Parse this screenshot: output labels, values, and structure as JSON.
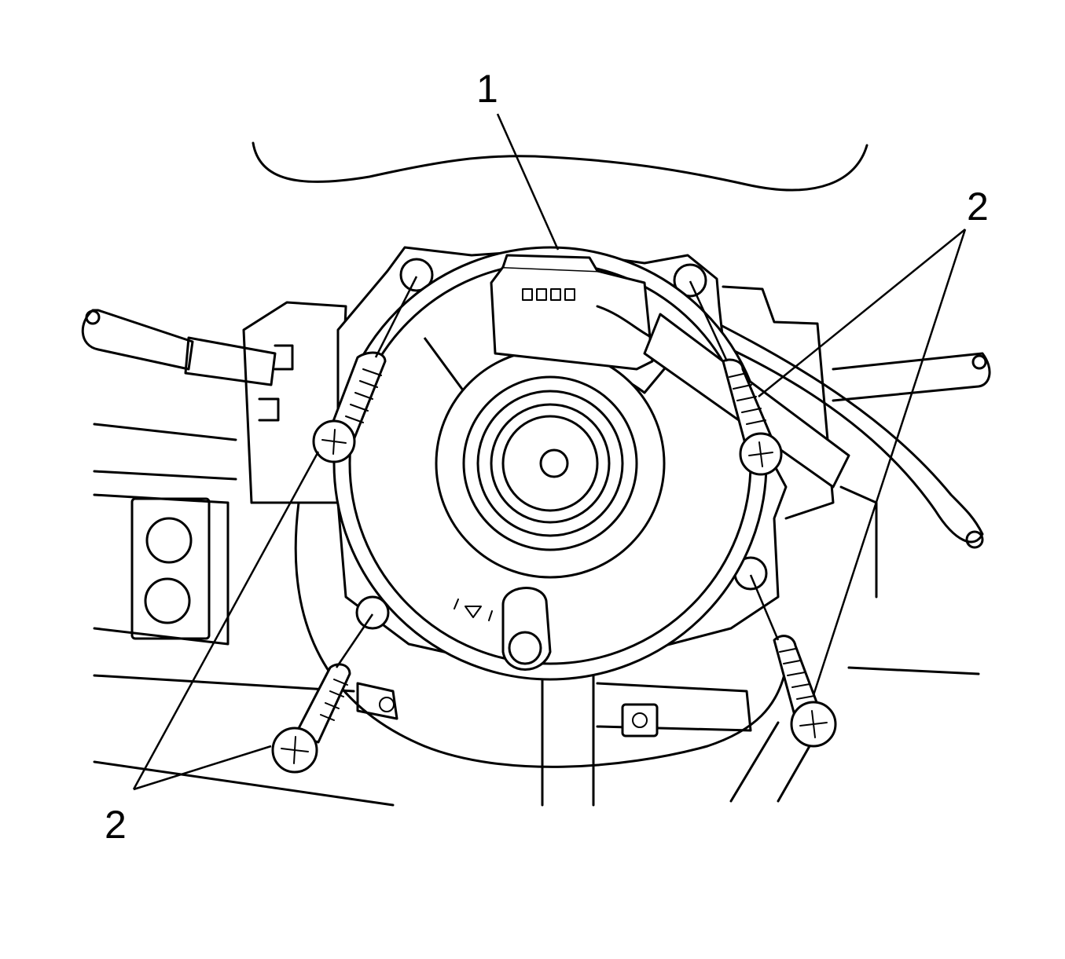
{
  "callouts": {
    "part_1": "1",
    "part_2_upper_right": "2",
    "part_2_lower_left": "2"
  },
  "colors": {
    "line": "#000000",
    "background": "#ffffff"
  }
}
